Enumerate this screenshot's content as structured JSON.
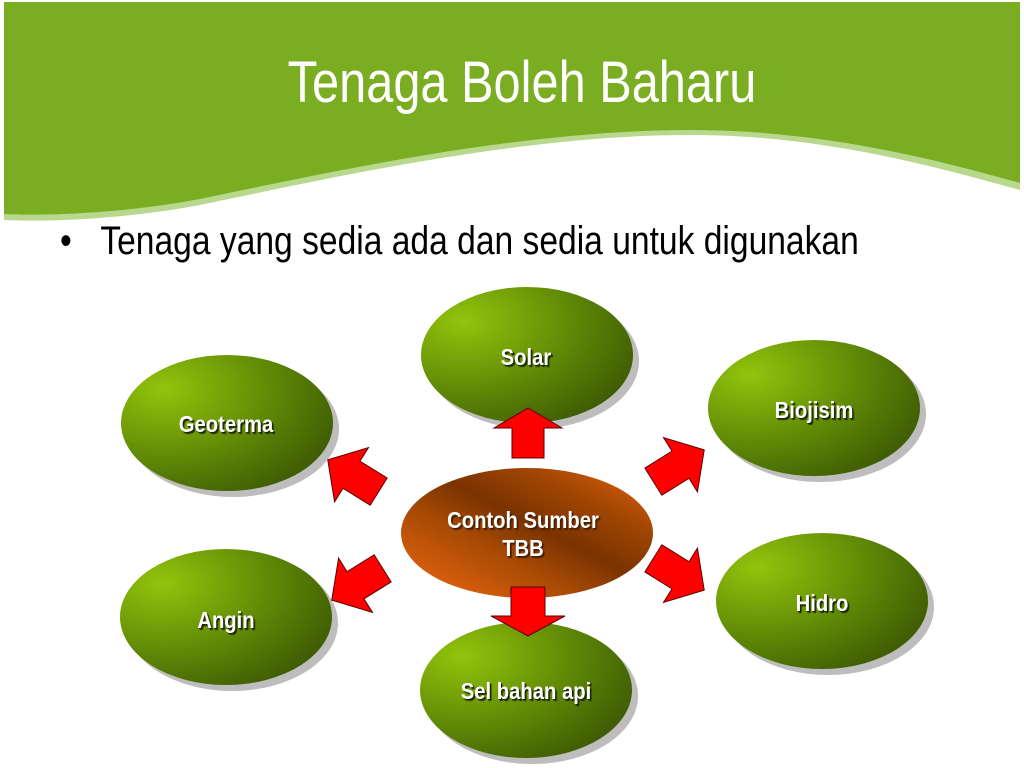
{
  "slide": {
    "title": "Tenaga Boleh Baharu",
    "bullets": [
      {
        "marker": "•",
        "text": "Tenaga yang sedia ada dan sedia untuk digunakan"
      }
    ]
  },
  "diagram": {
    "center": {
      "line1": "Contoh Sumber",
      "line2": "TBB"
    },
    "nodes": [
      {
        "id": "solar",
        "label": "Solar"
      },
      {
        "id": "geoterma",
        "label": "Geoterma"
      },
      {
        "id": "biojisim",
        "label": "Biojisim"
      },
      {
        "id": "angin",
        "label": "Angin"
      },
      {
        "id": "hidro",
        "label": "Hidro"
      },
      {
        "id": "sel-bahan-api",
        "label": "Sel bahan api"
      }
    ],
    "arrow_color": "#FF0000",
    "node_gradient": [
      "#8DC00A",
      "#3E5A04"
    ],
    "center_gradient": [
      "#E8660E",
      "#7A3300"
    ]
  },
  "theme": {
    "header_green": "#7BAD23",
    "header_stripe": "#B8D88E"
  }
}
